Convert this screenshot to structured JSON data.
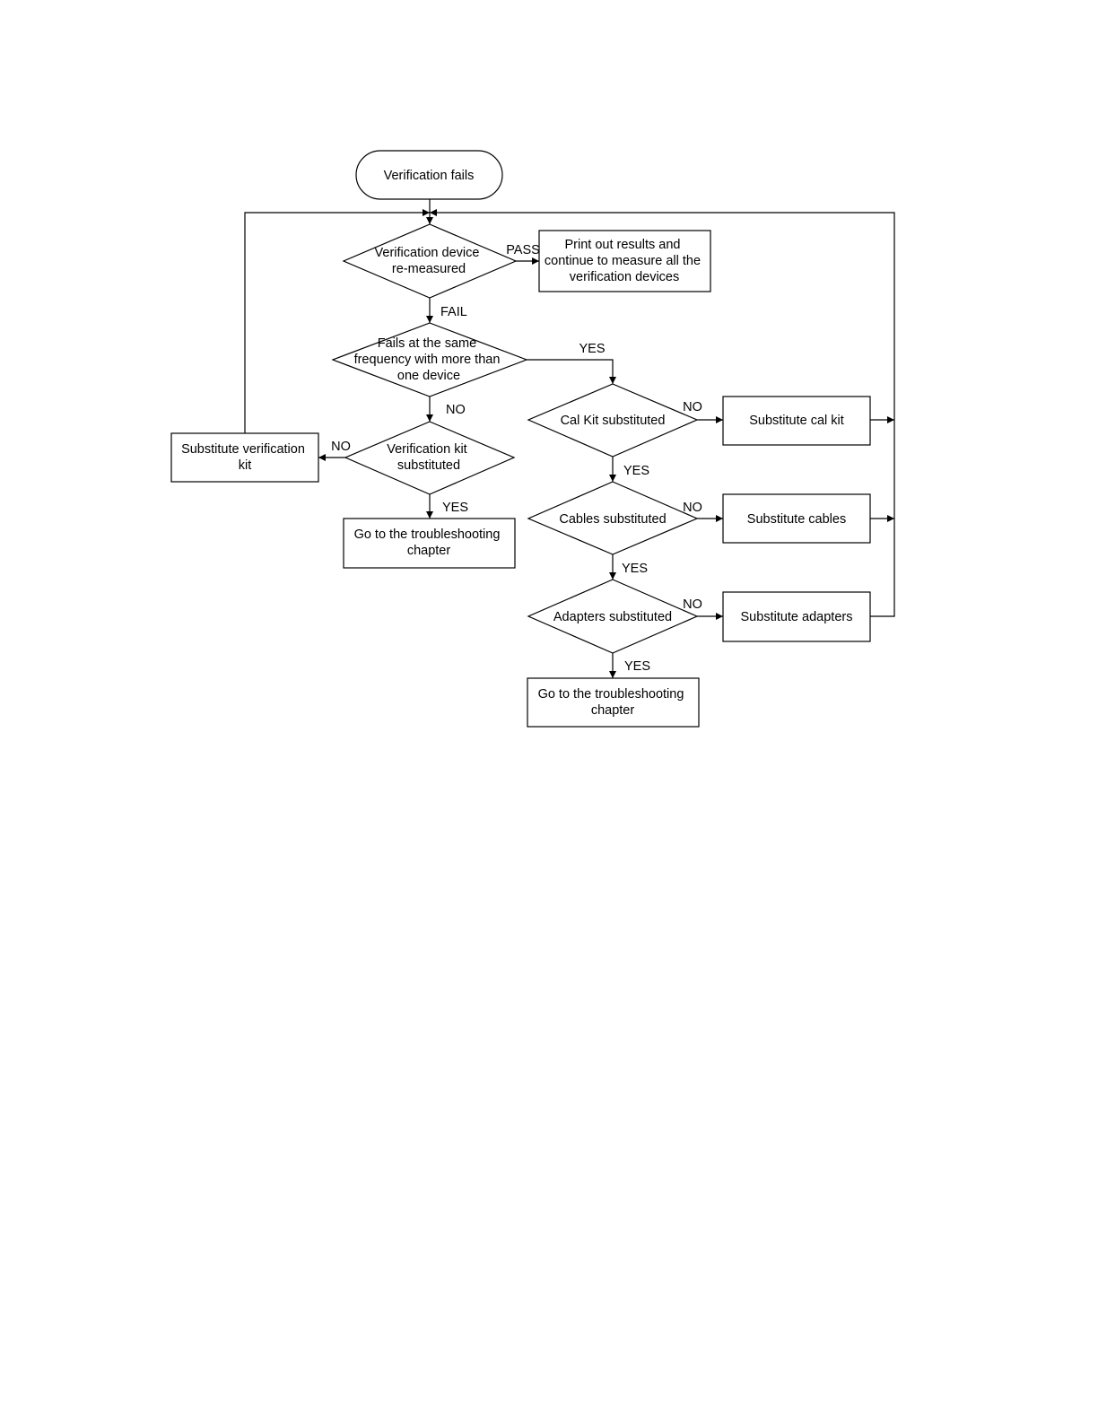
{
  "nodes": {
    "start": {
      "lines": [
        "Verification fails"
      ]
    },
    "remeasure": {
      "lines": [
        "Verification device",
        "re-measured"
      ]
    },
    "print_results": {
      "lines": [
        "Print out results and",
        "continue to measure all the",
        "verification devices"
      ]
    },
    "same_freq": {
      "lines": [
        "Fails at the same",
        "frequency with more than",
        "one device"
      ]
    },
    "verif_kit_subst": {
      "lines": [
        "Verification kit",
        "substituted"
      ]
    },
    "subst_verif_kit": {
      "lines": [
        "Substitute verification",
        "kit"
      ]
    },
    "troubleshoot_left": {
      "lines": [
        "Go to the troubleshooting",
        "chapter"
      ]
    },
    "cal_kit_subst": {
      "lines": [
        "Cal Kit substituted"
      ]
    },
    "subst_cal_kit": {
      "lines": [
        "Substitute cal kit"
      ]
    },
    "cables_subst": {
      "lines": [
        "Cables substituted"
      ]
    },
    "subst_cables": {
      "lines": [
        "Substitute cables"
      ]
    },
    "adapters_subst": {
      "lines": [
        "Adapters substituted"
      ]
    },
    "subst_adapters": {
      "lines": [
        "Substitute adapters"
      ]
    },
    "troubleshoot_right": {
      "lines": [
        "Go to the troubleshooting",
        "chapter"
      ]
    }
  },
  "edge_labels": {
    "pass": "PASS",
    "fail": "FAIL",
    "yes_same_freq": "YES",
    "no_same_freq": "NO",
    "no_verif_kit": "NO",
    "yes_verif_kit": "YES",
    "no_cal_kit": "NO",
    "yes_cal_kit": "YES",
    "no_cables": "NO",
    "yes_cables": "YES",
    "no_adapters": "NO",
    "yes_adapters": "YES"
  }
}
